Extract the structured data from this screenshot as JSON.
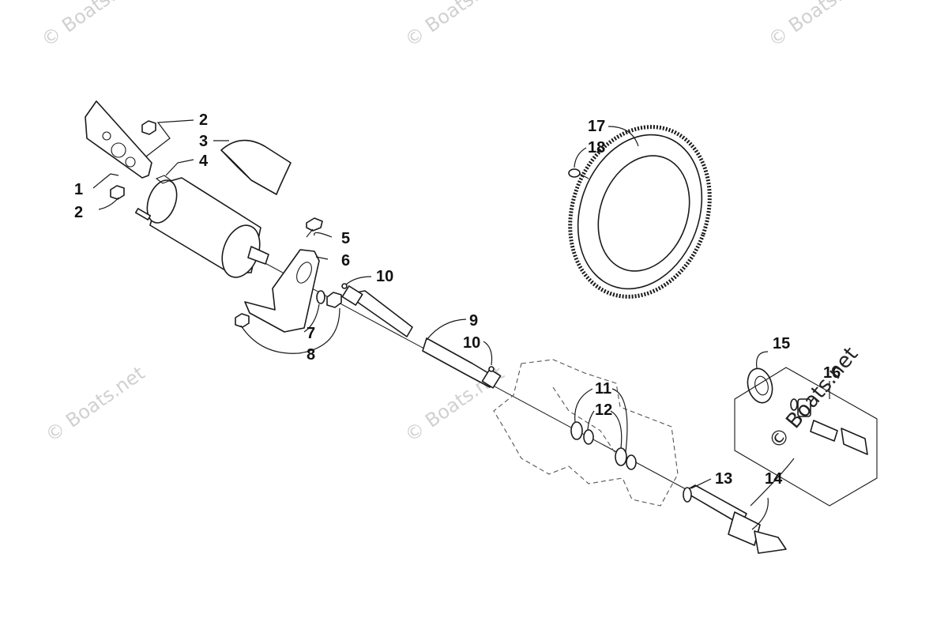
{
  "callouts": [
    {
      "id": "c1",
      "text": "1"
    },
    {
      "id": "c2a",
      "text": "2"
    },
    {
      "id": "c2b",
      "text": "2"
    },
    {
      "id": "c3",
      "text": "3"
    },
    {
      "id": "c4",
      "text": "4"
    },
    {
      "id": "c5",
      "text": "5"
    },
    {
      "id": "c6",
      "text": "6"
    },
    {
      "id": "c7",
      "text": "7"
    },
    {
      "id": "c8",
      "text": "8"
    },
    {
      "id": "c9",
      "text": "9"
    },
    {
      "id": "c10a",
      "text": "10"
    },
    {
      "id": "c10b",
      "text": "10"
    },
    {
      "id": "c11",
      "text": "11"
    },
    {
      "id": "c12",
      "text": "12"
    },
    {
      "id": "c13",
      "text": "13"
    },
    {
      "id": "c14",
      "text": "14"
    },
    {
      "id": "c15",
      "text": "15"
    },
    {
      "id": "c16",
      "text": "16"
    },
    {
      "id": "c17",
      "text": "17"
    },
    {
      "id": "c18",
      "text": "18"
    }
  ],
  "watermarks": {
    "faint": "© Boats.net",
    "dark": "© Boats.net"
  }
}
